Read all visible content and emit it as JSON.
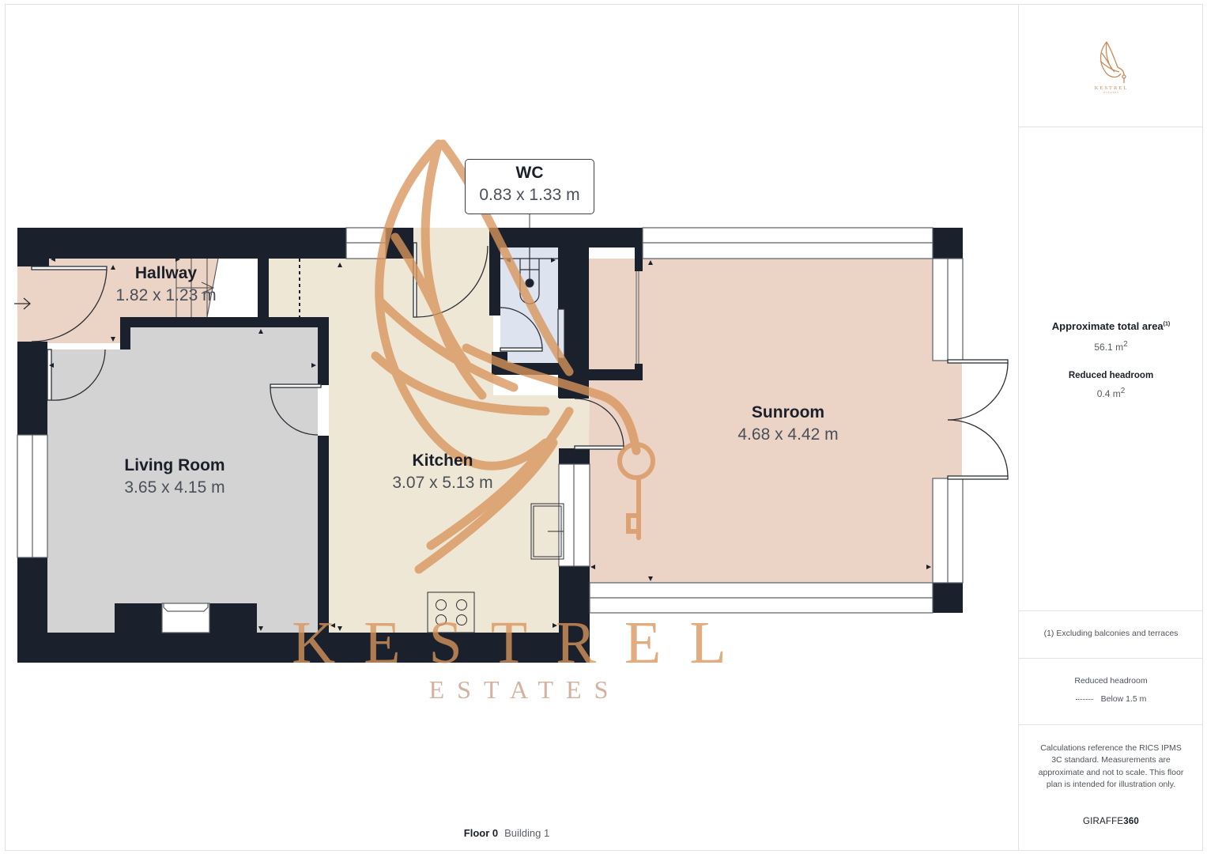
{
  "plan": {
    "floor_name": "Floor 0",
    "building_name": "Building 1",
    "rooms": [
      {
        "id": "hallway",
        "name": "Hallway",
        "dimensions": "1.82 x 1.23 m",
        "fill": "#ebd3c6"
      },
      {
        "id": "living-room",
        "name": "Living Room",
        "dimensions": "3.65 x 4.15 m",
        "fill": "#d3d3d3"
      },
      {
        "id": "kitchen",
        "name": "Kitchen",
        "dimensions": "3.07 x 5.13 m",
        "fill": "#efe7d5"
      },
      {
        "id": "wc",
        "name": "WC",
        "dimensions": "0.83 x 1.33 m",
        "fill": "#dde3ef"
      },
      {
        "id": "sunroom",
        "name": "Sunroom",
        "dimensions": "4.68 x 4.42 m",
        "fill": "#ebd3c6"
      }
    ],
    "wall_color": "#1b212c",
    "watermark": {
      "brand_top": "KESTREL",
      "brand_bottom": "ESTATES",
      "color": "#d9955c"
    }
  },
  "sidebar": {
    "logo": {
      "brand_top": "KESTREL",
      "brand_bottom": "ESTATES"
    },
    "approx_total_area_label": "Approximate total area",
    "approx_total_area_footnote": "(1)",
    "approx_total_area_value": "56.1 m",
    "approx_total_area_unit_sup": "2",
    "reduced_headroom_label": "Reduced headroom",
    "reduced_headroom_value": "0.4 m",
    "reduced_headroom_unit_sup": "2",
    "footnote": "(1) Excluding balconies and terraces",
    "legend_title": "Reduced headroom",
    "legend_item": "Below 1.5 m",
    "disclaimer": "Calculations reference the RICS IPMS 3C standard. Measurements are approximate and not to scale. This floor plan is intended for illustration only.",
    "brand_light": "GIRAFFE",
    "brand_bold": "360"
  }
}
